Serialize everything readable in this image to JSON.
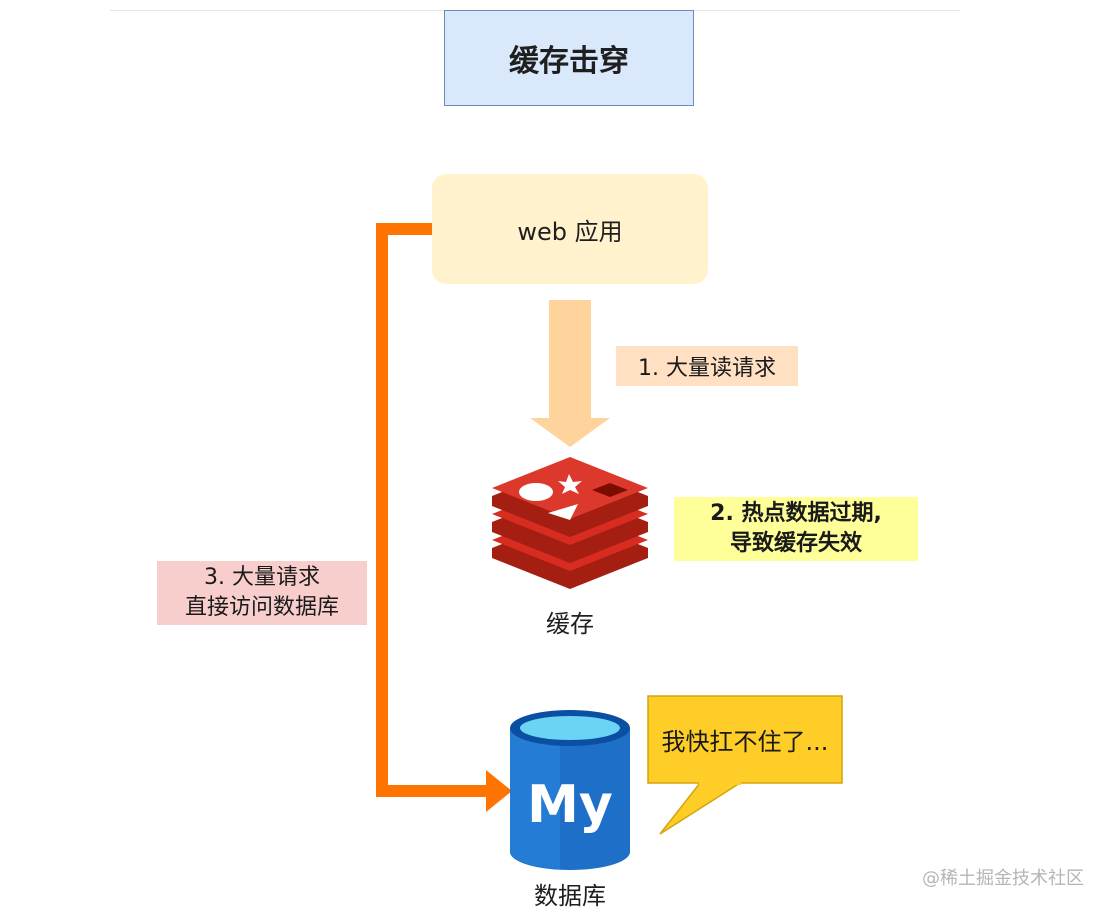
{
  "title": "缓存击穿",
  "web_app": {
    "label": "web 应用"
  },
  "step1": {
    "label": "1. 大量读请求"
  },
  "step2": {
    "line1": "2. 热点数据过期,",
    "line2": "导致缓存失效"
  },
  "step3": {
    "line1": "3. 大量请求",
    "line2": "直接访问数据库"
  },
  "cache": {
    "label": "缓存",
    "icon": "redis-icon"
  },
  "database": {
    "label": "数据库",
    "icon": "mysql-icon",
    "logo_text": "My"
  },
  "bubble": {
    "text": "我快扛不住了..."
  },
  "watermark": "@稀土掘金技术社区",
  "colors": {
    "title_fill": "#dae8fc",
    "web_fill": "#fff2cc",
    "read_arrow": "#ffd39c",
    "direct_arrow": "#ff7300",
    "expire_label": "#ffff99",
    "direct_label": "#f8cecc",
    "bubble_fill": "#ffcd28",
    "redis_red": "#d82c20",
    "mysql_blue": "#1e6fc8"
  }
}
